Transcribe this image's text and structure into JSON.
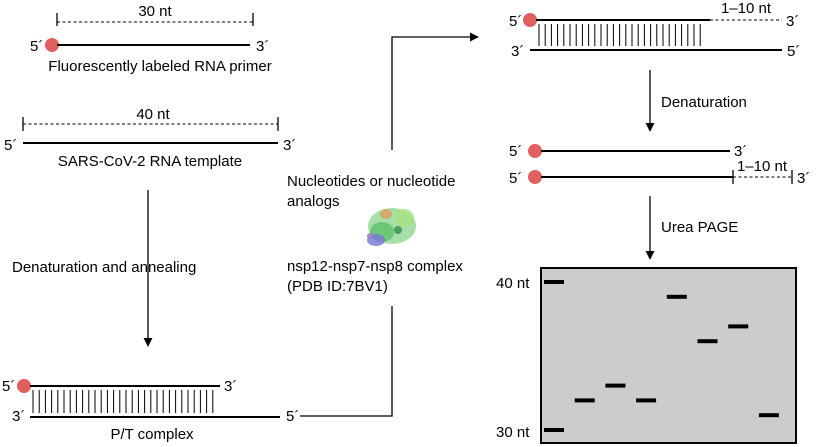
{
  "primer": {
    "length_label": "30 nt",
    "five_prime": "5´",
    "three_prime": "3´",
    "caption": "Fluorescently labeled RNA primer"
  },
  "template": {
    "length_label": "40 nt",
    "five_prime": "5´",
    "three_prime": "3´",
    "caption": "SARS-CoV-2 RNA template"
  },
  "steps": {
    "annealing": "Denaturation and annealing",
    "denaturation": "Denaturation",
    "page": "Urea PAGE"
  },
  "pt_complex": {
    "top_five": "5´",
    "top_three": "3´",
    "bottom_three": "3´",
    "bottom_five": "5´",
    "caption": "P/T complex"
  },
  "reaction": {
    "nucleotides_line1": "Nucleotides or nucleotide",
    "nucleotides_line2": "analogs",
    "complex_line1": "nsp12-nsp7-nsp8 complex",
    "complex_line2": "(PDB ID:7BV1)",
    "protein_icon": "protein-structure-icon"
  },
  "extended_duplex": {
    "top_five": "5´",
    "top_three": "3´",
    "bottom_three": "3´",
    "bottom_five": "5´",
    "extension_label": "1–10 nt"
  },
  "denatured": {
    "primer_five": "5´",
    "primer_three": "3´",
    "product_five": "5´",
    "product_three": "3´",
    "extension_label": "1–10 nt"
  },
  "gel": {
    "label_top": "40 nt",
    "label_bottom": "30 nt",
    "band_levels_nt": [
      {
        "lane": 1,
        "nt": 40
      },
      {
        "lane": 1,
        "nt": 30
      },
      {
        "lane": 2,
        "nt": 32
      },
      {
        "lane": 3,
        "nt": 33
      },
      {
        "lane": 4,
        "nt": 32
      },
      {
        "lane": 5,
        "nt": 39
      },
      {
        "lane": 6,
        "nt": 36
      },
      {
        "lane": 7,
        "nt": 37
      },
      {
        "lane": 8,
        "nt": 31
      }
    ]
  },
  "colors": {
    "fluorophore": "#e06060",
    "gel_background": "#cccccc",
    "line": "#000000"
  }
}
